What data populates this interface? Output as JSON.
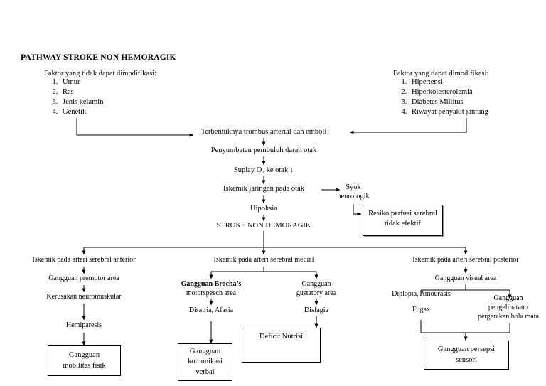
{
  "title": "PATHWAY STROKE NON HEMORAGIK",
  "factors": {
    "left": {
      "heading": "Faktor yang tidak dapat dimodifikasi:",
      "items": [
        "Umur",
        "Ras",
        "Jenis kelamin",
        "Genetik"
      ]
    },
    "right": {
      "heading": "Faktor yang dapat dimodifikasi:",
      "items": [
        "Hipertensi",
        "Hiperkolesterolemia",
        "Diabetes Millitus",
        "Riwayat penyakit jantung"
      ]
    }
  },
  "spine": {
    "trombus": "Terbentuknya trombus arterial dan emboli",
    "penyumbatan": "Penyumbatan pembuluh darah otak",
    "suplay": "Suplay O₂ ke otak ↓",
    "iskemik": "Iskemik jaringan pada otak",
    "hipoksia": "Hipoksia",
    "stroke": "STROKE NON HEMORAGIK"
  },
  "syok": {
    "label_line1": "Syok",
    "label_line2": "neurologik",
    "box_line1": "Resiko perfusi  serebral",
    "box_line2": "tidak efektif"
  },
  "branches": {
    "anterior": {
      "head": "Iskemik pada arteri serebral anterior",
      "n1": "Gangguan premotor area",
      "n2": "Kerusakan neuromuskular",
      "n3": "Hemiparesis",
      "box_line1": "Gangguan",
      "box_line2": "mobilitas fisik"
    },
    "medial": {
      "head": "Iskemik pada arteri serebral medial",
      "left": {
        "n1_bold": "Gangguan Brocha’s",
        "n1_sub": "motorspeech area",
        "n2": "Disatria, Afasia",
        "box_line1": "Gangguan",
        "box_line2": "komunikasi",
        "box_line3": "verbal"
      },
      "right": {
        "n1_line1": "Gangguan",
        "n1_line2": "gustatory area",
        "n2": "Disfagia",
        "box_line1": "Deficit Nutrisi"
      }
    },
    "posterior": {
      "head": "Iskemik pada arteri serebral posterior",
      "n1": "Gangguan visual area",
      "left_line1": "Diplopia, Amourasis",
      "left_line2": "Fugax",
      "right_line1": "Gangguan",
      "right_line2": "pengelihatan /",
      "right_line3": "pergerakan bola mata",
      "box_line1": "Gangguan persepsi",
      "box_line2": "sensori"
    }
  }
}
